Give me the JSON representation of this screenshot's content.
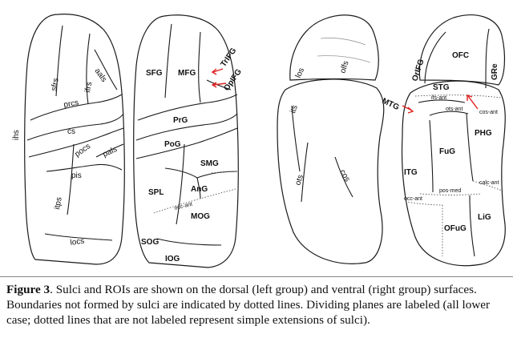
{
  "dorsal_left": {
    "sulci": [
      "ihs",
      "sfrs",
      "ifrs",
      "aals",
      "prcs",
      "cs",
      "pocs",
      "pals",
      "pis",
      "itps",
      "locs"
    ]
  },
  "dorsal_right": {
    "rois": [
      "SFG",
      "MFG",
      "TrIFG",
      "OpIFG",
      "PrG",
      "PoG",
      "SMG",
      "SPL",
      "AnG",
      "MOG",
      "SOG",
      "IOG"
    ],
    "planes": [
      "occ-ant"
    ]
  },
  "ventral_left": {
    "sulci": [
      "los",
      "olfs",
      "its",
      "ots",
      "cos"
    ]
  },
  "ventral_right": {
    "rois": [
      "OrIFG",
      "OFC",
      "GRe",
      "STG",
      "MTG",
      "PHG",
      "FuG",
      "ITG",
      "LiG",
      "OFuG"
    ],
    "planes": [
      "ifs-ant",
      "cos-ant",
      "ots-ant",
      "calc-ant",
      "pos-med",
      "occ-ant"
    ]
  },
  "caption": {
    "label": "Figure 3",
    "text": ". Sulci and ROIs are shown on the dorsal (left group) and ventral (right group) surfaces. Boundaries not formed by sulci are indicated by dotted lines. Dividing planes are labeled (all lower case; dotted lines that are not labeled represent simple extensions of sulci)."
  }
}
